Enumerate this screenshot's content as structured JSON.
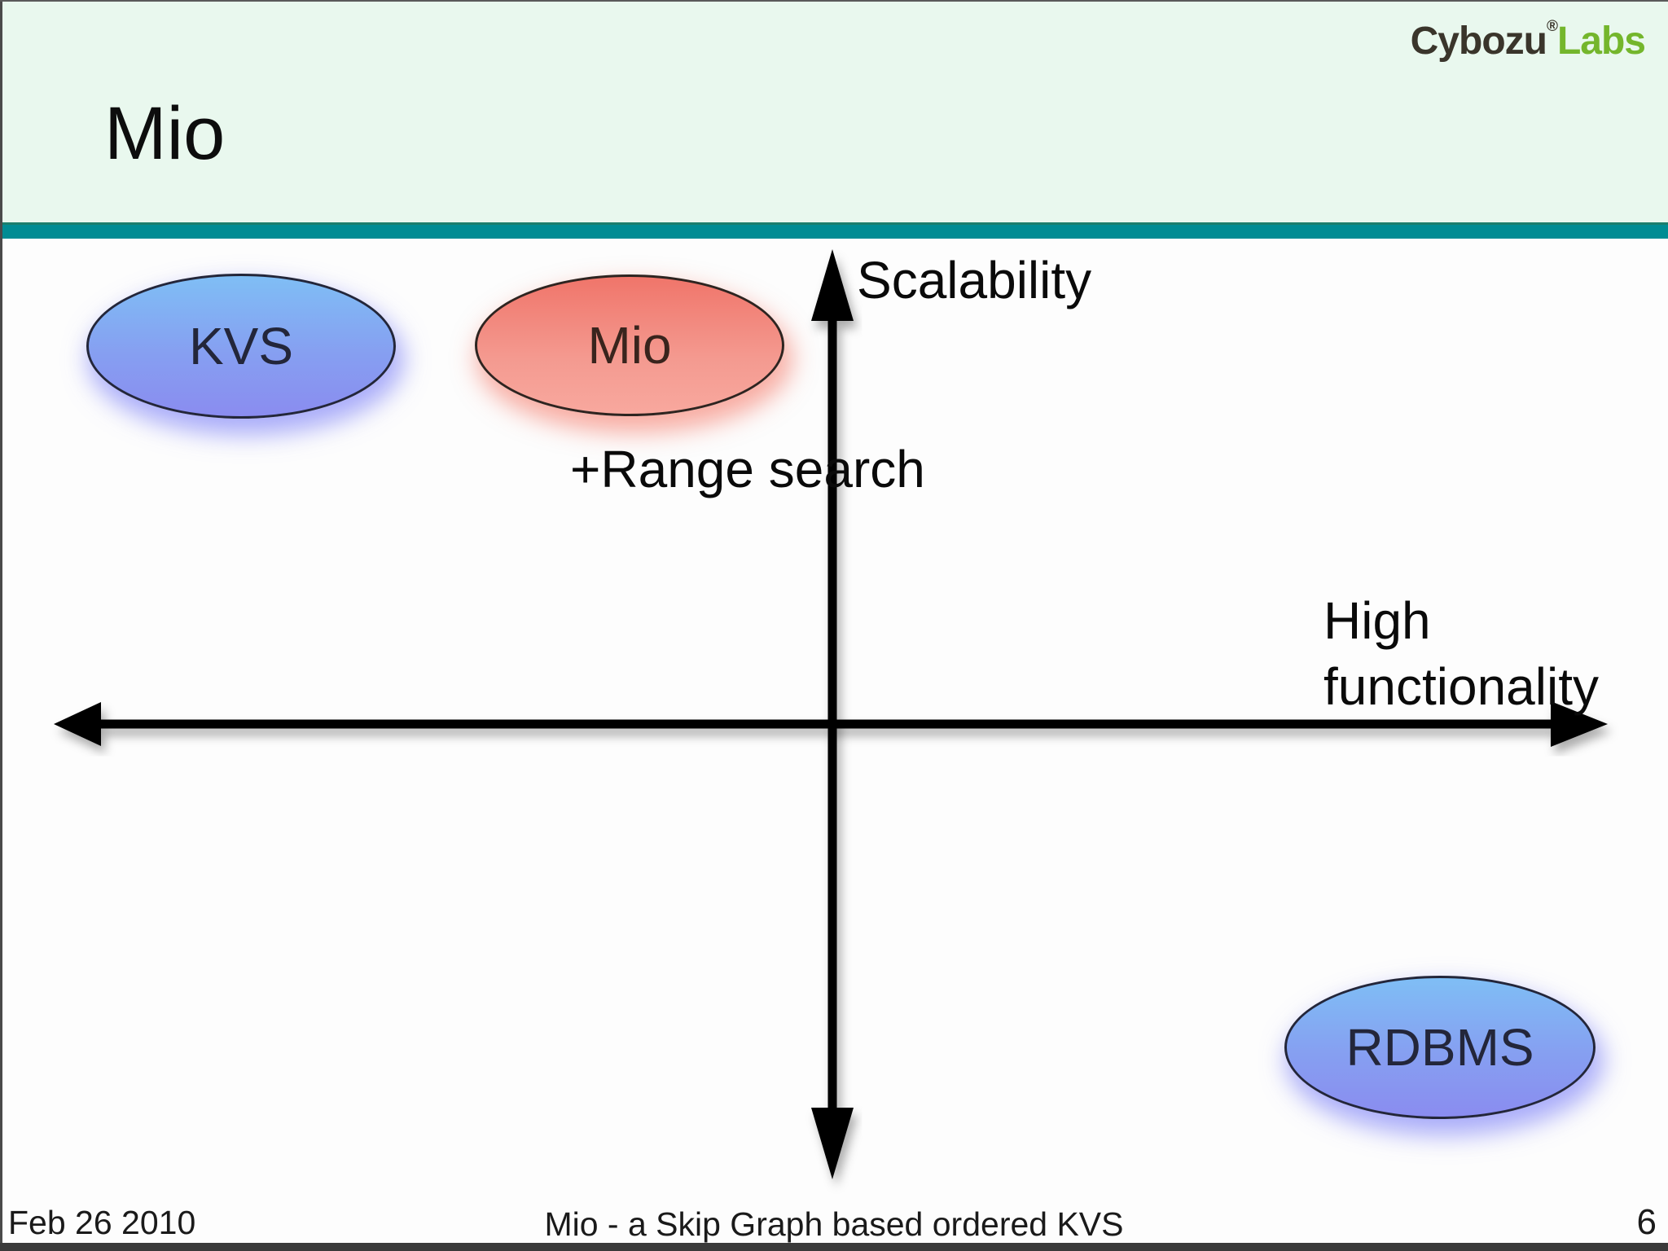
{
  "header": {
    "title": "Mio",
    "logo": {
      "brand": "Cybozu",
      "registered": "®",
      "suffix": "Labs"
    }
  },
  "diagram": {
    "type": "quadrant-axes",
    "y_axis_label": "Scalability",
    "x_axis_label": {
      "line1": "High",
      "line2": "functionality"
    },
    "annotation": "+Range search",
    "nodes": [
      {
        "label": "KVS",
        "fill": "blue",
        "position": "upper-left"
      },
      {
        "label": "Mio",
        "fill": "red",
        "position": "upper-left-center"
      },
      {
        "label": "RDBMS",
        "fill": "blue",
        "position": "lower-right"
      }
    ],
    "colors": {
      "blue_gradient_top": "#7fbef5",
      "blue_gradient_bottom": "#8a8cf0",
      "red_gradient_top": "#f0756a",
      "red_gradient_bottom": "#f8a89e",
      "axis": "#000000"
    }
  },
  "footer": {
    "date": "Feb 26 2010",
    "caption": "Mio - a Skip Graph based ordered KVS",
    "page_number": "6"
  },
  "theme": {
    "header_bg": "#e9f8ee",
    "divider_teal": "#008c93",
    "logo_green": "#74b62c",
    "logo_dark": "#3a352b"
  }
}
